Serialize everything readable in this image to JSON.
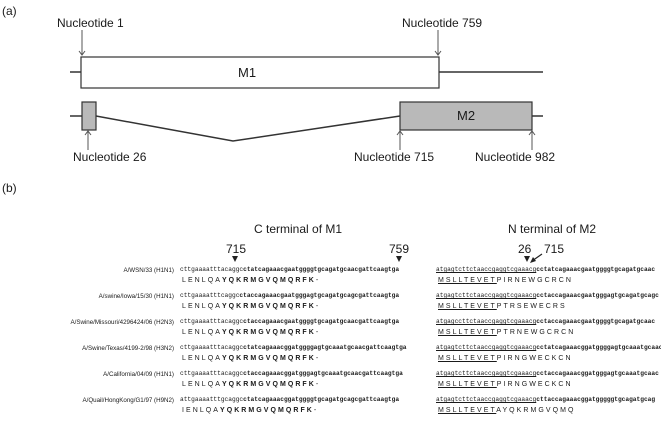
{
  "panel_a": {
    "label": "(a)",
    "labels": {
      "n1": "Nucleotide 1",
      "n759": "Nucleotide 759",
      "n26": "Nucleotide 26",
      "n715": "Nucleotide 715",
      "n982": "Nucleotide 982"
    },
    "m1": "M1",
    "m2": "M2"
  },
  "panel_b": {
    "label": "(b)",
    "c_terminal": "C terminal of M1",
    "n_terminal": "N terminal of M2",
    "pos715": "715",
    "pos759": "759",
    "pos26": "26",
    "pos715b": "715",
    "rows": [
      {
        "strain": "A/WSN/33 (H1N1)",
        "m1_pre": "cttgaaaatttacaggc",
        "m1_bold": "ctatcagaaacgaatggggtgcagatgcaacgattcaagtga",
        "m2_ul": "atgagtcttctaaccgaggtcgaaacg",
        "m2_rest": "cctatcagaaacgaatggggtgcagatgcaac",
        "aa1_norm": "LENLQA",
        "aa1_bold": "YQKRMGVQMQRFK",
        "aa1_end": "-",
        "aa2_ul": "MSLLTEVET",
        "aa2_rest": "PIRNEWGCRCN"
      },
      {
        "strain": "A/swine/Iowa/15/30 (H1N1)",
        "m1_pre": "cttgaaaatttcaggc",
        "m1_bold": "ctaccagaaacgaatgggagtgcagatgcagcgattcaagtga",
        "m2_ul": "atgagtcttctaaccgaggtcgaaacg",
        "m2_rest": "cctaccagaaacgaatgggagtgcagatgcagc",
        "aa1_norm": "LENLQA",
        "aa1_bold": "YQKRMGVQMQRFK",
        "aa1_end": "-",
        "aa2_ul": "MSLLTEVET",
        "aa2_rest": "PTRSEWECRS"
      },
      {
        "strain": "A/Swine/Missouri/4296424/06 (H2N3)",
        "m1_pre": "cttgaaaatttacaggc",
        "m1_bold": "ctaccagaaacgaatggggtgcagatgcaacgattcaagtga",
        "m2_ul": "atgagccttctaaccgaggtcgaaacg",
        "m2_rest": "cctaccagaaacgaatggggtgcagatgcaac",
        "aa1_norm": "LENLQA",
        "aa1_bold": "YQKRMGVQMQRFK",
        "aa1_end": "-",
        "aa2_ul": "MSLLTEVET",
        "aa2_rest": "PTRNEWGCRCN"
      },
      {
        "strain": "A/Swine/Texas/4199-2/98 (H3N2)",
        "m1_pre": "cttgaaaatttacaggc",
        "m1_bold": "ctatcagaaacggatggggagtgcaaatgcaacgattcaagtga",
        "m2_ul": "atgagtcttctaaccgaggtcgaaacg",
        "m2_rest": "cctatcagaaacggatggggagtgcaaatgcaac",
        "aa1_norm": "LENLQA",
        "aa1_bold": "YQKRMGVQMQRFK",
        "aa1_end": "-",
        "aa2_ul": "MSLLTEVET",
        "aa2_rest": "PIRNGWECKCN"
      },
      {
        "strain": "A/California/04/09 (H1N1)",
        "m1_pre": "cttgaaaatttacaggc",
        "m1_bold": "ctaccagaaacggatgggagtgcaaatgcaacgattcaagtga",
        "m2_ul": "atgagtcttctaaccgaggtcgaaacg",
        "m2_rest": "cctaccagaaacggatgggagtgcaaatgcaac",
        "aa1_norm": "LENLQA",
        "aa1_bold": "YQKRMGVQMQRFK",
        "aa1_end": "-",
        "aa2_ul": "MSLLTEVET",
        "aa2_rest": "PIRNGWECKCN"
      },
      {
        "strain": "A/Quail/HongKong/G1/97 (H9N2)",
        "m1_pre": "attgaaaatttgcaggc",
        "m1_bold": "ctatcagaaacggatggggtgcagatgcagcgattcaagtga",
        "m2_ul": "atgagtcttctaaccgaggtcgaaacg",
        "m2_rest": "cttaccagaaacggatgggggtgcagatgcag",
        "aa1_norm": "IENLQA",
        "aa1_bold": "YQKRMGVQMQRFK",
        "aa1_end": "-",
        "aa2_ul": "MSLLTEVET",
        "aa2_rest": "AYQKRMGVQMQ"
      }
    ]
  }
}
